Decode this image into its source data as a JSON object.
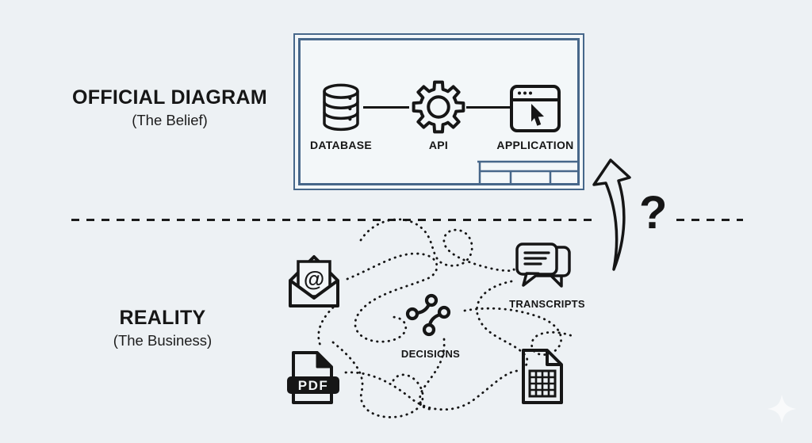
{
  "colors": {
    "background": "#edf1f4",
    "panel": "#f3f7f9",
    "frame_blue": "#47678a",
    "ink": "#161616"
  },
  "official_section": {
    "title": "OFFICIAL DIAGRAM",
    "subtitle": "(The Belief)"
  },
  "reality_section": {
    "title": "REALITY",
    "subtitle": "(The Business)"
  },
  "pipeline": {
    "nodes": [
      {
        "id": "database",
        "label": "DATABASE",
        "icon": "database-icon"
      },
      {
        "id": "api",
        "label": "API",
        "icon": "gear-icon"
      },
      {
        "id": "application",
        "label": "APPLICATION",
        "icon": "app-window-icon"
      }
    ]
  },
  "reality_items": {
    "email_symbol": "@",
    "pdf_label": "PDF",
    "transcripts_label": "TRANSCRIPTS",
    "decisions_label": "DECISIONS"
  },
  "divider": {
    "question_mark": "?"
  }
}
